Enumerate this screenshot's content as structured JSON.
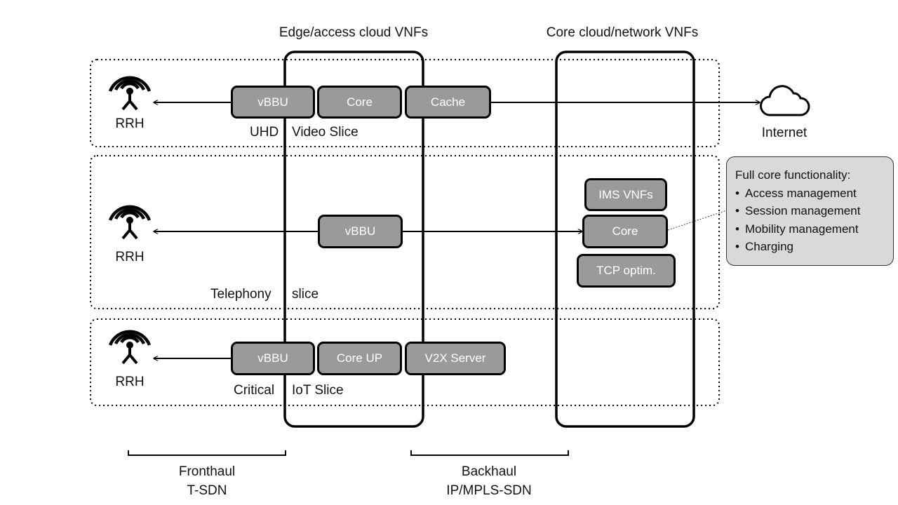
{
  "columns": {
    "edge": "Edge/access cloud VNFs",
    "core": "Core cloud/network VNFs"
  },
  "slices": {
    "uhd": {
      "label_a": "UHD",
      "label_b": "Video Slice",
      "rrh": "RRH",
      "vnfs": [
        "vBBU",
        "Core",
        "Cache"
      ]
    },
    "telephony": {
      "label_a": "Telephony",
      "label_b": "slice",
      "rrh": "RRH",
      "edge_vnf": "vBBU",
      "core_vnfs": [
        "IMS VNFs",
        "Core",
        "TCP optim."
      ]
    },
    "iot": {
      "label_a": "Critical",
      "label_b": "IoT Slice",
      "rrh": "RRH",
      "vnfs": [
        "vBBU",
        "Core UP",
        "V2X Server"
      ]
    }
  },
  "internet": "Internet",
  "callout": {
    "title": "Full core functionality:",
    "items": [
      "Access management",
      "Session management",
      "Mobility management",
      "Charging"
    ]
  },
  "links": {
    "fronthaul": {
      "line1": "Fronthaul",
      "line2": "T-SDN"
    },
    "backhaul": {
      "line1": "Backhaul",
      "line2": "IP/MPLS-SDN"
    }
  },
  "icons": {
    "antenna": "antenna-icon",
    "cloud": "cloud-icon"
  }
}
